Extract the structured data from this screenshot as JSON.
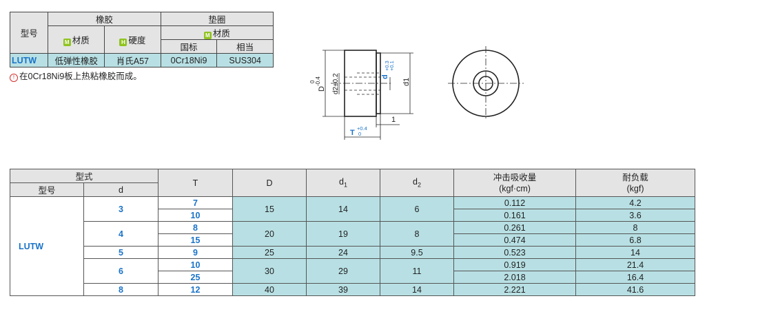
{
  "material": {
    "h_model": "型号",
    "h_rubber": "橡胶",
    "h_washer": "垫圈",
    "h_material": "材质",
    "h_hardness": "硬度",
    "badge_m": "M",
    "badge_h": "H",
    "h_national": "国标",
    "h_equivalent": "相当",
    "row": {
      "model": "LUTW",
      "rubber_material": "低弹性橡胶",
      "hardness": "肖氏A57",
      "national": "0Cr18Ni9",
      "equivalent": "SUS304"
    },
    "note_mark": "!",
    "note": "在0Cr18Ni9板上热粘橡胶而成。"
  },
  "drawing": {
    "D_label": "D",
    "D_tol_upper": "0",
    "D_tol_lower": "-0.4",
    "d2_label": "d2±0.2",
    "d_label": "d",
    "d_tol_upper": "+0.3",
    "d_tol_lower": "+0.1",
    "d1_label": "d1",
    "one_label": "1",
    "T_label": "T",
    "T_tol_upper": "+0.4",
    "T_tol_lower": "0"
  },
  "spec": {
    "h_type": "型式",
    "h_model": "型号",
    "h_d": "d",
    "h_T": "T",
    "h_D": "D",
    "h_d1": "d",
    "h_d1_sub": "1",
    "h_d2": "d",
    "h_d2_sub": "2",
    "h_absorb": "冲击吸收量",
    "h_absorb_unit": "(kgf·cm)",
    "h_load": "耐负载",
    "h_load_unit": "(kgf)",
    "type_name": "LUTW",
    "groups": [
      {
        "d": "3",
        "D": "15",
        "d1": "14",
        "d2": "6",
        "rows": [
          {
            "T": "7",
            "absorb": "0.112",
            "load": "4.2"
          },
          {
            "T": "10",
            "absorb": "0.161",
            "load": "3.6"
          }
        ]
      },
      {
        "d": "4",
        "D": "20",
        "d1": "19",
        "d2": "8",
        "rows": [
          {
            "T": "8",
            "absorb": "0.261",
            "load": "8"
          },
          {
            "T": "15",
            "absorb": "0.474",
            "load": "6.8"
          }
        ]
      },
      {
        "d": "5",
        "D": "25",
        "d1": "24",
        "d2": "9.5",
        "rows": [
          {
            "T": "9",
            "absorb": "0.523",
            "load": "14"
          }
        ]
      },
      {
        "d": "6",
        "D": "30",
        "d1": "29",
        "d2": "11",
        "rows": [
          {
            "T": "10",
            "absorb": "0.919",
            "load": "21.4"
          },
          {
            "T": "25",
            "absorb": "2.018",
            "load": "16.4"
          }
        ]
      },
      {
        "d": "8",
        "D": "40",
        "d1": "39",
        "d2": "14",
        "rows": [
          {
            "T": "12",
            "absorb": "2.221",
            "load": "41.6"
          }
        ]
      }
    ]
  }
}
